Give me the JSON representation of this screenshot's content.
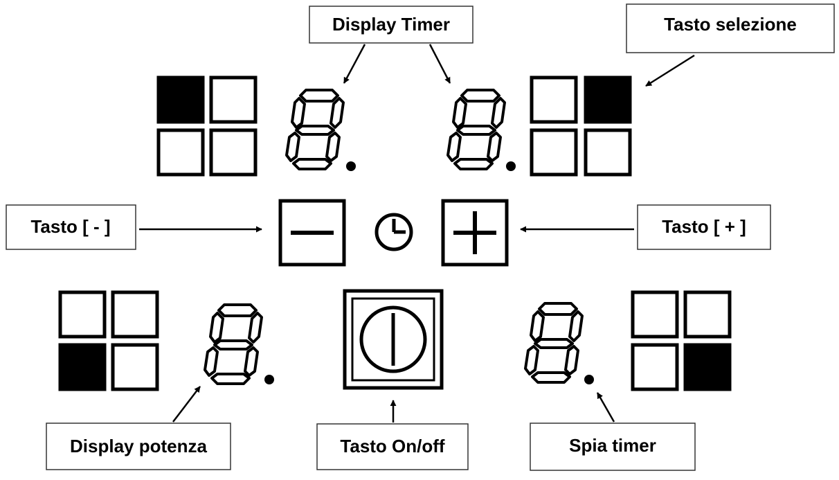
{
  "callouts": {
    "display_timer": "Display Timer",
    "tasto_selezione": "Tasto selezione",
    "tasto_minus": "Tasto [ - ]",
    "tasto_plus": "Tasto [ + ]",
    "display_potenza": "Display potenza",
    "tasto_onoff": "Tasto On/off",
    "spia_timer": "Spia timer"
  },
  "panel": {
    "colors": {
      "ink": "#000000",
      "background": "#ffffff",
      "callout_border": "#333333"
    },
    "zones": [
      {
        "id": "top-left",
        "active_cell": "top-left"
      },
      {
        "id": "top-right",
        "active_cell": "top-right"
      },
      {
        "id": "bottom-left",
        "active_cell": "bottom-left"
      },
      {
        "id": "bottom-right",
        "active_cell": "bottom-right"
      }
    ],
    "controls": {
      "minus_icon": "minus-icon",
      "clock_icon": "clock-icon",
      "plus_icon": "plus-icon",
      "power_icon": "power-icon"
    }
  }
}
